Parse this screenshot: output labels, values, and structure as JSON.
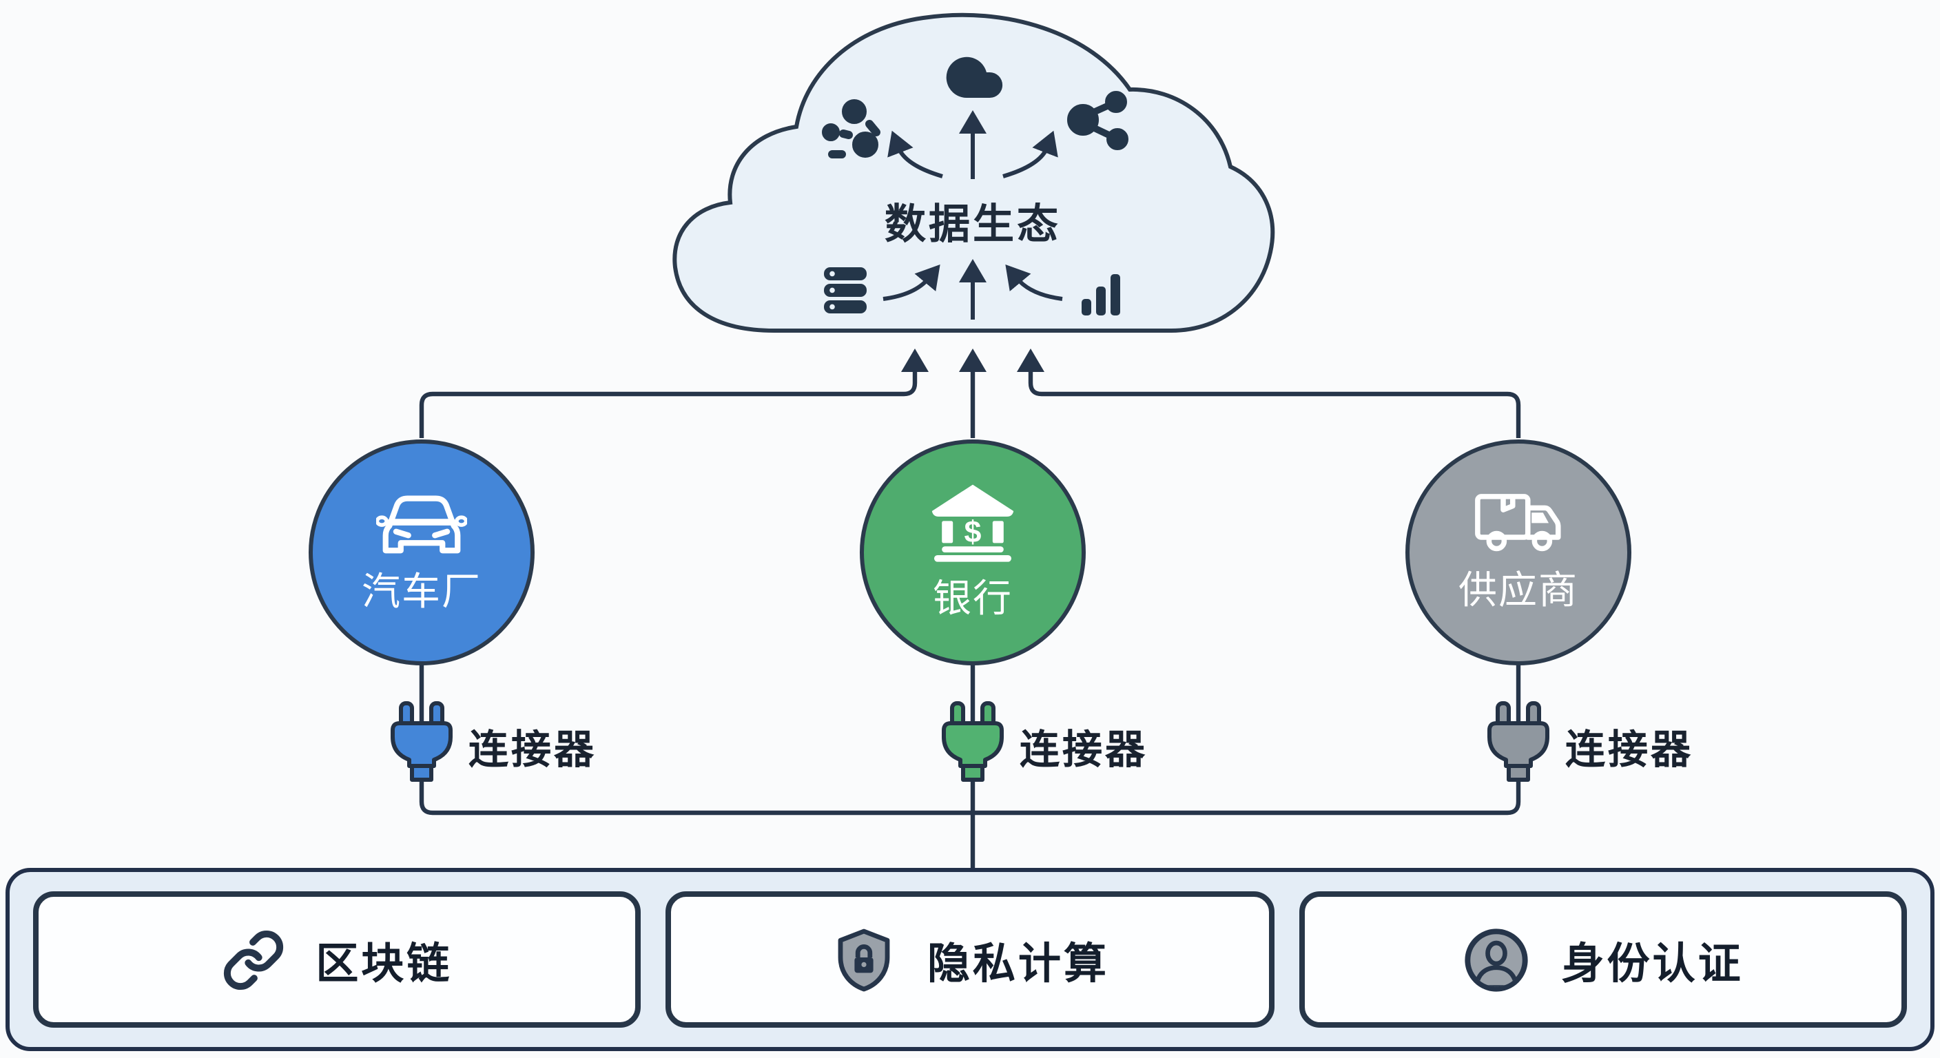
{
  "canvas": {
    "background": "#fafbfc",
    "line_color": "#26354a",
    "outline_color": "#2b3a4c"
  },
  "cloud": {
    "title": "数据生态",
    "fill": "#e9f1f8",
    "icons": [
      "cloud-icon",
      "scatter-dots-icon",
      "share-nodes-icon",
      "server-stack-icon",
      "bar-chart-icon"
    ]
  },
  "entities": [
    {
      "label": "汽车厂",
      "icon": "car-icon",
      "color": "#4486d8"
    },
    {
      "label": "银行",
      "icon": "bank-icon",
      "icon_glyph": "$",
      "color": "#4fac6e"
    },
    {
      "label": "供应商",
      "icon": "truck-icon",
      "color": "#99a0a7"
    }
  ],
  "connectors": [
    {
      "label": "连接器",
      "color": "#4486d8"
    },
    {
      "label": "连接器",
      "color": "#52b271"
    },
    {
      "label": "连接器",
      "color": "#8f979f"
    }
  ],
  "foundation": {
    "background": "#e4edf6",
    "items": [
      {
        "label": "区块链",
        "icon": "chain-link-icon"
      },
      {
        "label": "隐私计算",
        "icon": "shield-lock-icon"
      },
      {
        "label": "身份认证",
        "icon": "user-circle-icon"
      }
    ]
  }
}
